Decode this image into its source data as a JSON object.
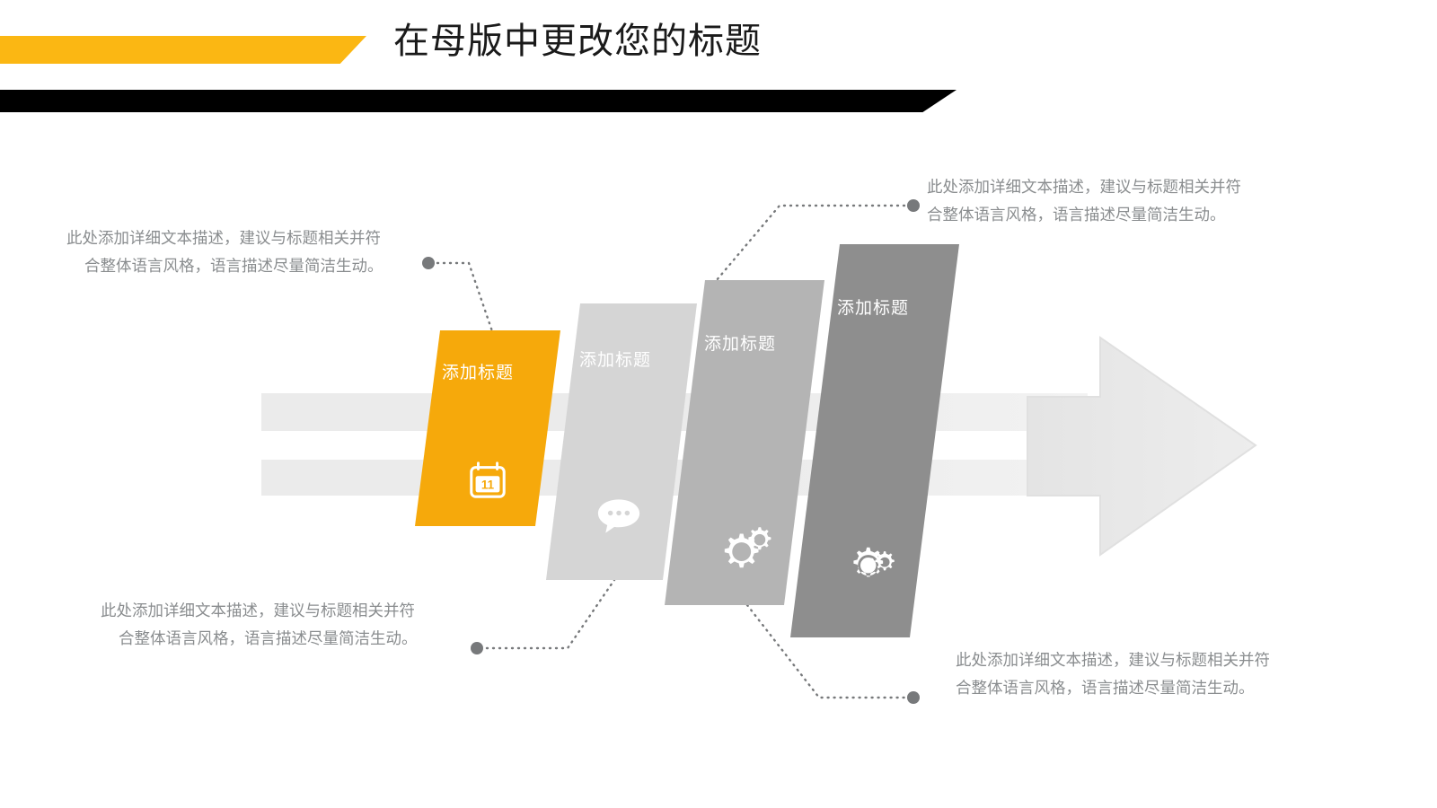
{
  "slide": {
    "title": "在母版中更改您的标题",
    "accent_color": "#FBB713",
    "bar_color": "#000000",
    "background": "#ffffff"
  },
  "diagram": {
    "type": "arrow-process",
    "arrow_fill": "#E9E9E9",
    "shaft_fill": "#EBEBEB",
    "steps": [
      {
        "index": 1,
        "label": "添加标题",
        "color": "#F6A90B",
        "icon": "calendar-icon",
        "icon_text": "11"
      },
      {
        "index": 2,
        "label": "添加标题",
        "color": "#D5D5D5",
        "icon": "chat-bubble-icon",
        "icon_text": ""
      },
      {
        "index": 3,
        "label": "添加标题",
        "color": "#B4B4B4",
        "icon": "gears-icon",
        "icon_text": ""
      },
      {
        "index": 4,
        "label": "添加标题",
        "color": "#8E8E8E",
        "icon": "gear-person-icon",
        "icon_text": ""
      }
    ]
  },
  "callouts": [
    {
      "position": "top-left",
      "line1": "此处添加详细文本描述，建议与标题相关并符",
      "line2": "合整体语言风格，语言描述尽量简洁生动。"
    },
    {
      "position": "top-right",
      "line1": "此处添加详细文本描述，建议与标题相关并符",
      "line2": "合整体语言风格，语言描述尽量简洁生动。"
    },
    {
      "position": "bottom-left",
      "line1": "此处添加详细文本描述，建议与标题相关并符",
      "line2": "合整体语言风格，语言描述尽量简洁生动。"
    },
    {
      "position": "bottom-right",
      "line1": "此处添加详细文本描述，建议与标题相关并符",
      "line2": "合整体语言风格，语言描述尽量简洁生动。"
    }
  ]
}
